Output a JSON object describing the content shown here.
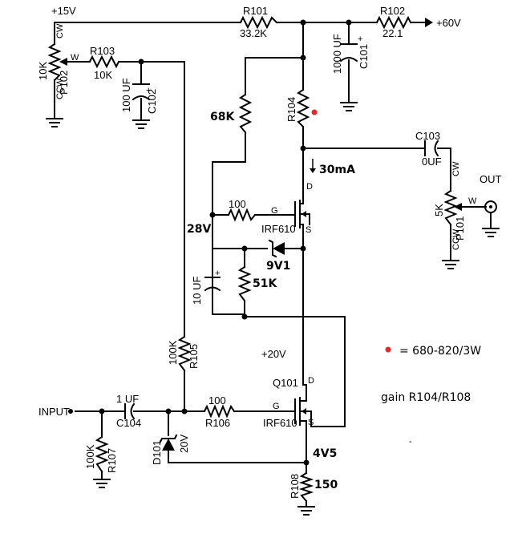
{
  "rails": {
    "v15": "+15V",
    "v60": "+60V",
    "v20": "+20V"
  },
  "resistors": {
    "r101": {
      "name": "R101",
      "value": "33.2K"
    },
    "r102": {
      "name": "R102",
      "value": "22.1"
    },
    "r103": {
      "name": "R103",
      "value": "10K"
    },
    "r104": {
      "name": "R104"
    },
    "r105": {
      "name": "R105",
      "value": "100K"
    },
    "r106": {
      "name": "R106",
      "value": "100"
    },
    "r107": {
      "name": "R107",
      "value": "100K"
    },
    "r108": {
      "name": "R108",
      "value": "150"
    },
    "r68k": {
      "value": "68K"
    },
    "r100g": {
      "value": "100"
    },
    "r51k": {
      "value": "51K"
    }
  },
  "pots": {
    "p102": {
      "name": "P102",
      "value": "10K",
      "cw": "C\nW",
      "ccw": "C\nC\nW",
      "wiper": "W"
    },
    "p101": {
      "name": "P101",
      "value": "5K",
      "cw": "C\nW",
      "ccw": "C\nC\nW",
      "wiper": "W"
    }
  },
  "capacitors": {
    "c101": {
      "name": "C101",
      "value": "1000 UF"
    },
    "c102": {
      "name": "C102",
      "value": "100 UF"
    },
    "c103": {
      "name": "C103",
      "value": "0UF"
    },
    "c104": {
      "name": "C104",
      "value": "1 UF"
    },
    "c10": {
      "value": "10 UF"
    }
  },
  "mosfets": {
    "upper": {
      "part": "IRF610",
      "g": "G",
      "d": "D",
      "s": "S"
    },
    "lower": {
      "name": "Q101",
      "part": "IRF610",
      "g": "G",
      "d": "D",
      "s": "S"
    }
  },
  "diodes": {
    "zener_top": {
      "value": "9V1"
    },
    "d101": {
      "name": "D101",
      "value": "20V"
    }
  },
  "annotations": {
    "current": "30mA",
    "v28": "28V",
    "v4v5": "4V5",
    "legend_dot_color": "#e8262b",
    "legend_text": "= 680-820/3W",
    "gain": "gain R104/R108"
  },
  "io": {
    "input": "INPUT",
    "output": "OUT"
  }
}
